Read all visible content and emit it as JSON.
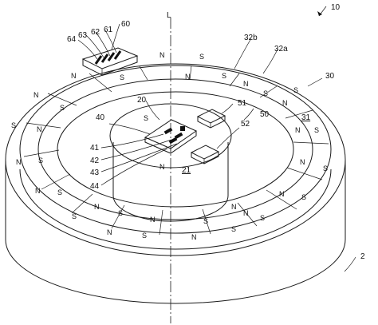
{
  "axis_label": "L",
  "refs": {
    "r10": "10",
    "r60": "60",
    "r64": "64",
    "r63": "63",
    "r62": "62",
    "r61": "61",
    "r32b": "32b",
    "r32a": "32a",
    "r30": "30",
    "r20": "20",
    "r51": "51",
    "r50": "50",
    "r31": "31",
    "r40": "40",
    "r52": "52",
    "r41": "41",
    "r42": "42",
    "r43": "43",
    "r44": "44",
    "r21": "21",
    "r2": "2"
  },
  "poles": {
    "p1": "N",
    "p2": "S",
    "p3": "N",
    "p4": "S",
    "p5": "N",
    "p6": "S",
    "p7": "N",
    "p8": "S",
    "p9": "N",
    "p10": "S",
    "p11": "S",
    "p12": "N",
    "p13": "S",
    "p14": "N",
    "p15": "N",
    "p16": "S",
    "p17": "N",
    "p18": "S",
    "p19": "N",
    "p20": "S",
    "p21": "N",
    "p22": "S",
    "p23": "N",
    "c1": "S",
    "c2": "N"
  }
}
